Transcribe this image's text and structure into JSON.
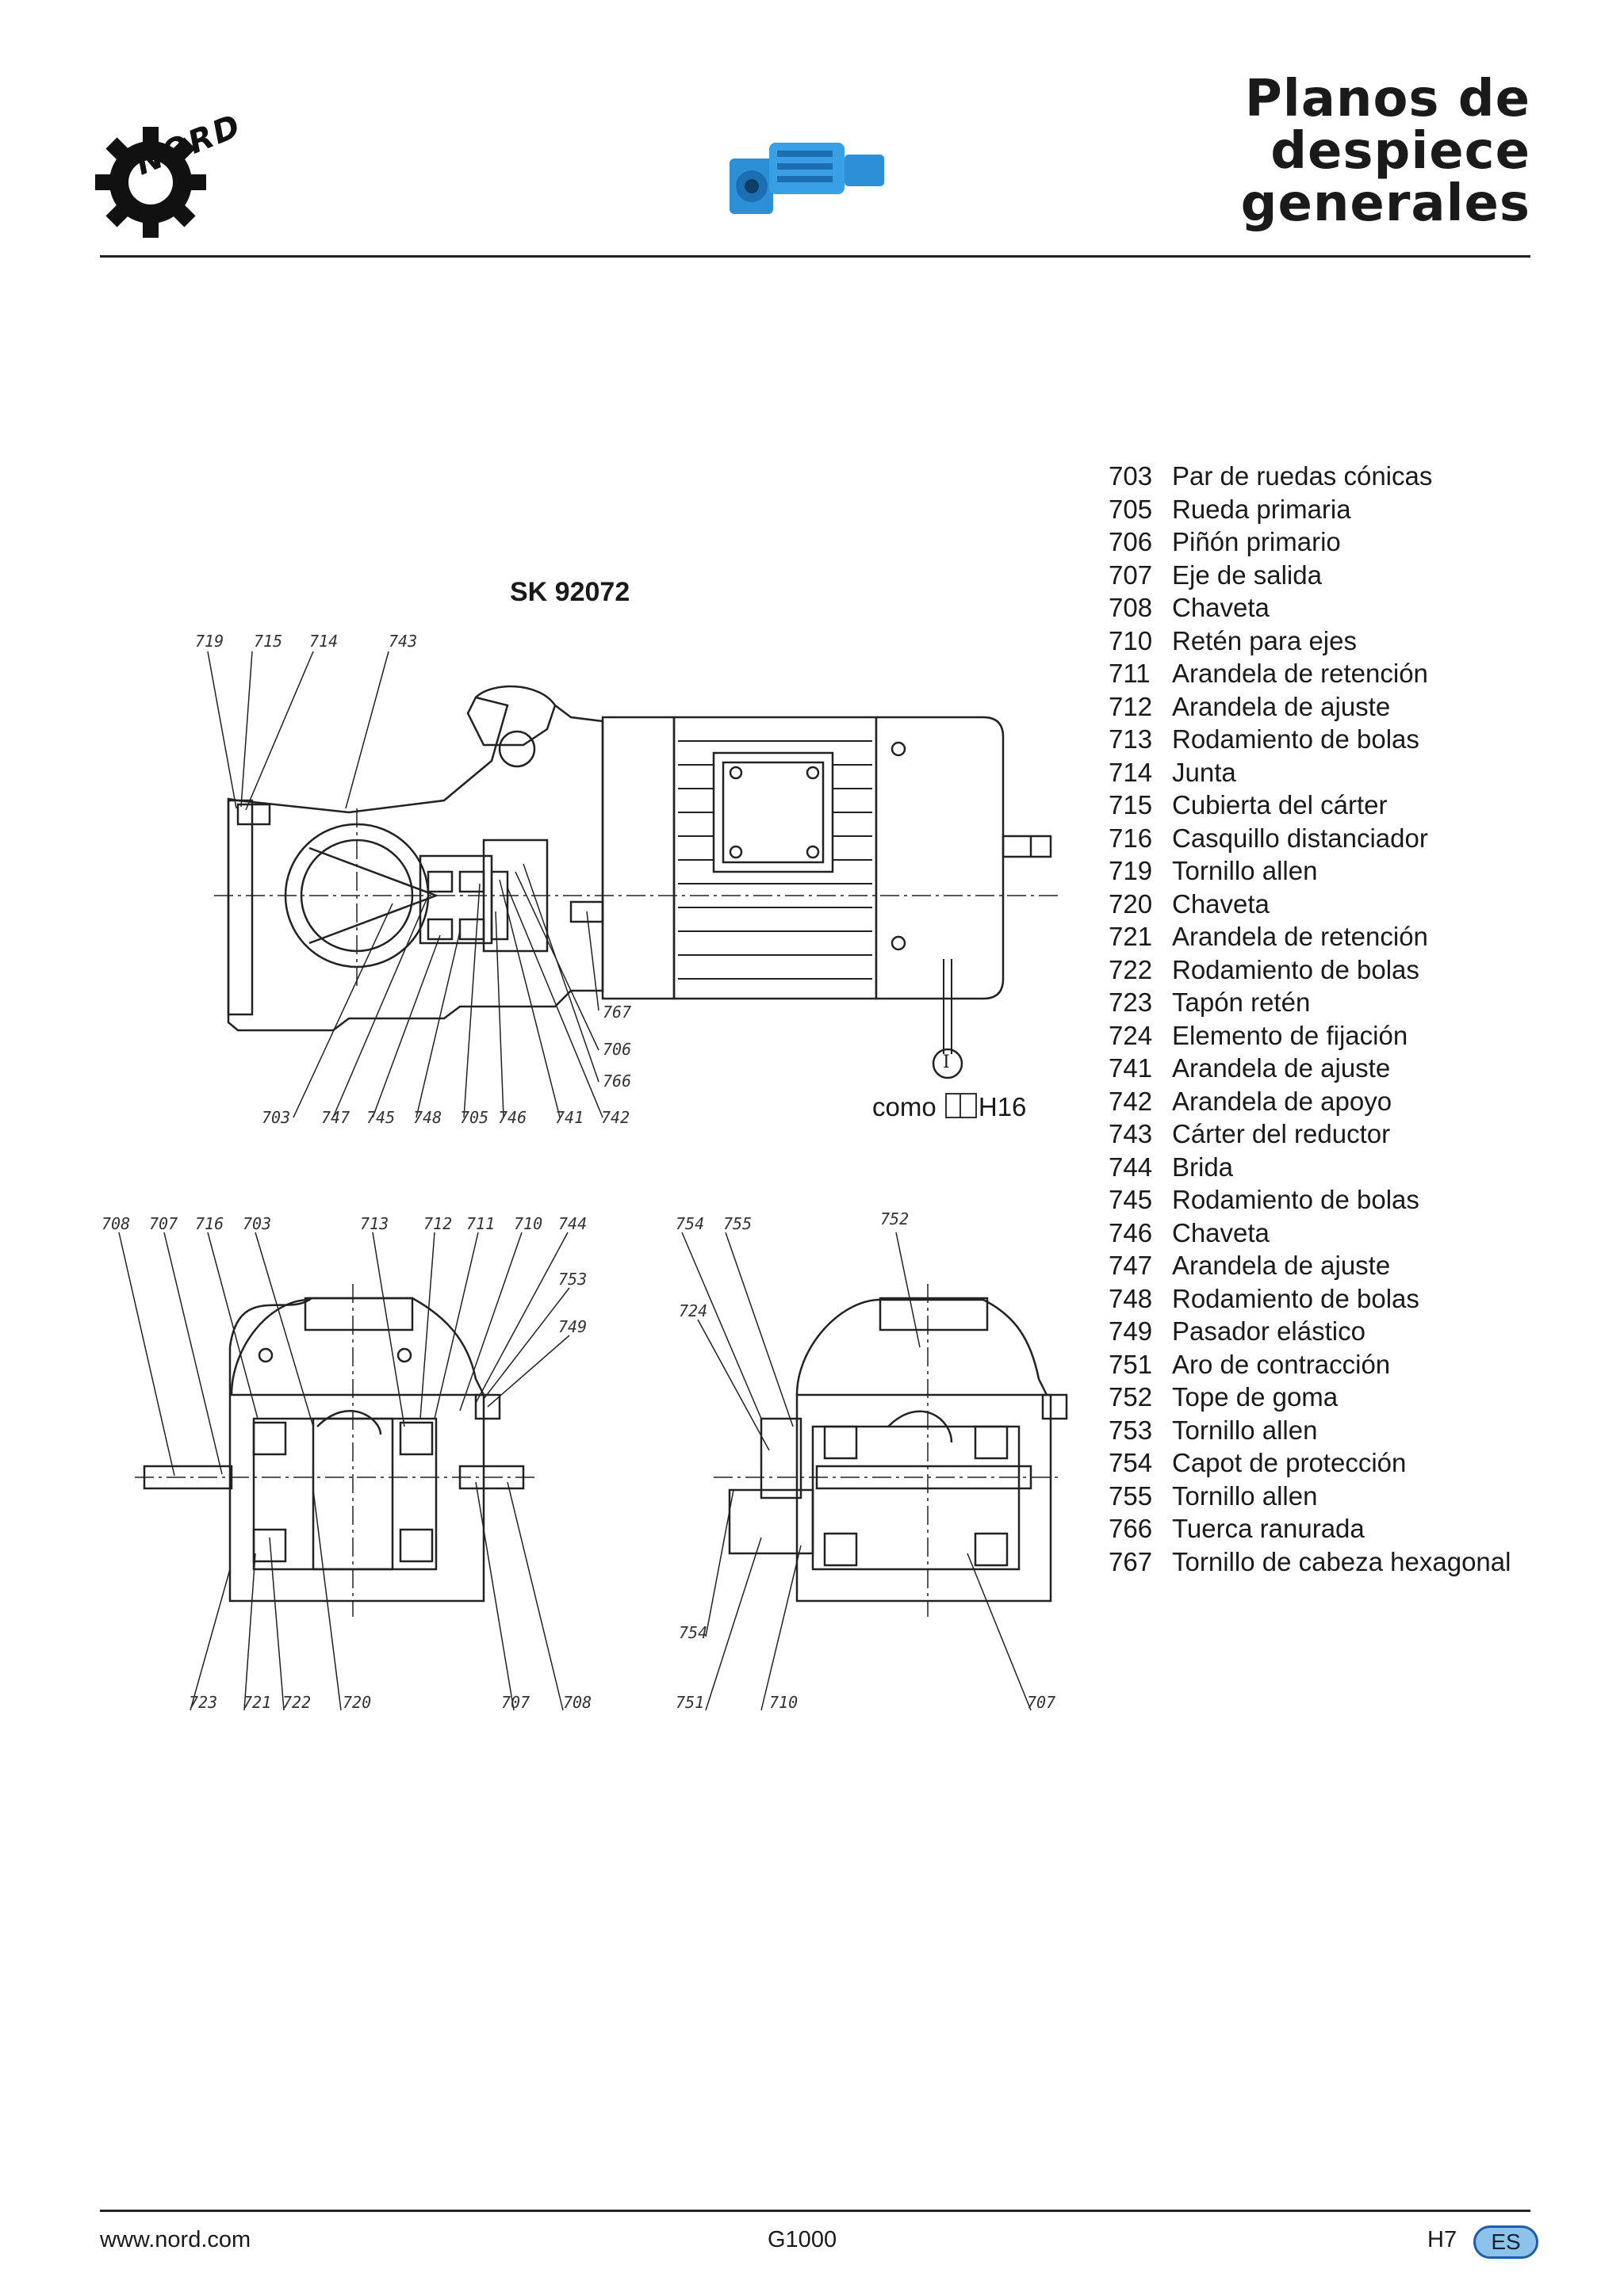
{
  "header": {
    "title_lines": [
      "Planos de",
      "despiece",
      "generales"
    ],
    "logo_text": "NORD"
  },
  "drawing": {
    "model": "SK 92072",
    "reference_text": "como",
    "reference_code": "H16",
    "roman_marker": "I",
    "top_callouts_upper": [
      "719",
      "715",
      "714",
      "743"
    ],
    "top_callouts_lower": [
      "703",
      "747",
      "745",
      "748",
      "705",
      "746",
      "741",
      "742"
    ],
    "top_callouts_right": [
      "767",
      "706",
      "766"
    ],
    "left_view_top": [
      "708",
      "707",
      "716",
      "703",
      "713",
      "712",
      "711",
      "710",
      "744",
      "753",
      "749"
    ],
    "left_view_bottom": [
      "723",
      "721",
      "722",
      "720",
      "707",
      "708"
    ],
    "right_view_top": [
      "754",
      "755",
      "752",
      "724"
    ],
    "right_view_bottom": [
      "754",
      "751",
      "710",
      "707"
    ]
  },
  "parts": [
    {
      "num": "703",
      "name": "Par de ruedas cónicas"
    },
    {
      "num": "705",
      "name": "Rueda primaria"
    },
    {
      "num": "706",
      "name": "Piñón primario"
    },
    {
      "num": "707",
      "name": "Eje de salida"
    },
    {
      "num": "708",
      "name": "Chaveta"
    },
    {
      "num": "710",
      "name": "Retén para ejes"
    },
    {
      "num": "711",
      "name": "Arandela de retención"
    },
    {
      "num": "712",
      "name": "Arandela de ajuste"
    },
    {
      "num": "713",
      "name": "Rodamiento de bolas"
    },
    {
      "num": "714",
      "name": "Junta"
    },
    {
      "num": "715",
      "name": "Cubierta del cárter"
    },
    {
      "num": "716",
      "name": "Casquillo distanciador"
    },
    {
      "num": "719",
      "name": "Tornillo allen"
    },
    {
      "num": "720",
      "name": "Chaveta"
    },
    {
      "num": "721",
      "name": "Arandela de retención"
    },
    {
      "num": "722",
      "name": "Rodamiento de bolas"
    },
    {
      "num": "723",
      "name": "Tapón retén"
    },
    {
      "num": "724",
      "name": "Elemento de fijación"
    },
    {
      "num": "741",
      "name": "Arandela de ajuste"
    },
    {
      "num": "742",
      "name": "Arandela de apoyo"
    },
    {
      "num": "743",
      "name": "Cárter del reductor"
    },
    {
      "num": "744",
      "name": "Brida"
    },
    {
      "num": "745",
      "name": "Rodamiento de bolas"
    },
    {
      "num": "746",
      "name": "Chaveta"
    },
    {
      "num": "747",
      "name": "Arandela de ajuste"
    },
    {
      "num": "748",
      "name": "Rodamiento de bolas"
    },
    {
      "num": "749",
      "name": "Pasador elástico"
    },
    {
      "num": "751",
      "name": "Aro de contracción"
    },
    {
      "num": "752",
      "name": "Tope de goma"
    },
    {
      "num": "753",
      "name": "Tornillo allen"
    },
    {
      "num": "754",
      "name": "Capot de protección"
    },
    {
      "num": "755",
      "name": "Tornillo allen"
    },
    {
      "num": "766",
      "name": "Tuerca ranurada"
    },
    {
      "num": "767",
      "name": "Tornillo de cabeza hexagonal"
    }
  ],
  "footer": {
    "site": "www.nord.com",
    "doc": "G1000",
    "page": "H7",
    "lang": "ES"
  },
  "colors": {
    "accent": "#1e5ea8",
    "badge_fill": "#8dc3ea",
    "product_blue": "#2d8fd6"
  }
}
